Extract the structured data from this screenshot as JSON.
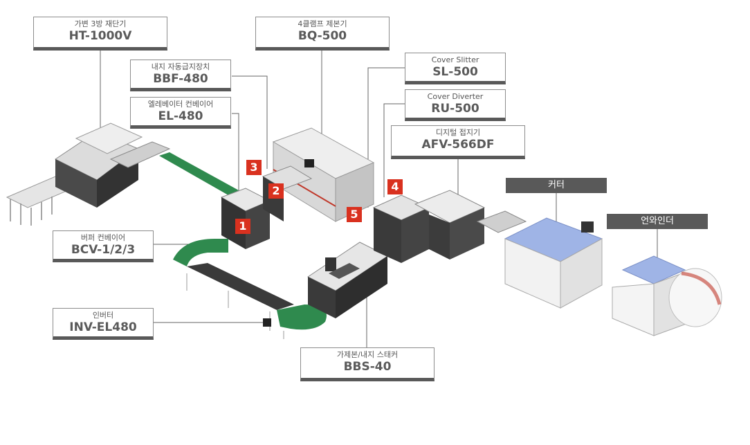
{
  "labels": [
    {
      "id": "ht1000v",
      "sub": "가변 3방 재단기",
      "main": "HT-1000V"
    },
    {
      "id": "bbf480",
      "sub": "내지 자동급지장치",
      "main": "BBF-480"
    },
    {
      "id": "el480",
      "sub": "엘레베이터 컨베이어",
      "main": "EL-480"
    },
    {
      "id": "bq500",
      "sub": "4클램프 제본기",
      "main": "BQ-500"
    },
    {
      "id": "sl500",
      "sub": "Cover Slitter",
      "main": "SL-500"
    },
    {
      "id": "ru500",
      "sub": "Cover Diverter",
      "main": "RU-500"
    },
    {
      "id": "afv566df",
      "sub": "디지털 접지기",
      "main": "AFV-566DF"
    },
    {
      "id": "bcv",
      "sub": "버퍼 컨베이어",
      "main": "BCV-1/2/3"
    },
    {
      "id": "invel480",
      "sub": "인버터",
      "main": "INV-EL480"
    },
    {
      "id": "bbs40",
      "sub": "가제본/내지 스태커",
      "main": "BBS-40"
    }
  ],
  "dark_labels": [
    {
      "id": "cutter",
      "text": "커터"
    },
    {
      "id": "unwinder",
      "text": "언와인더"
    }
  ],
  "numbers": [
    "1",
    "2",
    "3",
    "4",
    "5"
  ],
  "colors": {
    "accent_red": "#d9311f",
    "label_bar": "#595959",
    "conveyor_green": "#2f8a4e"
  }
}
